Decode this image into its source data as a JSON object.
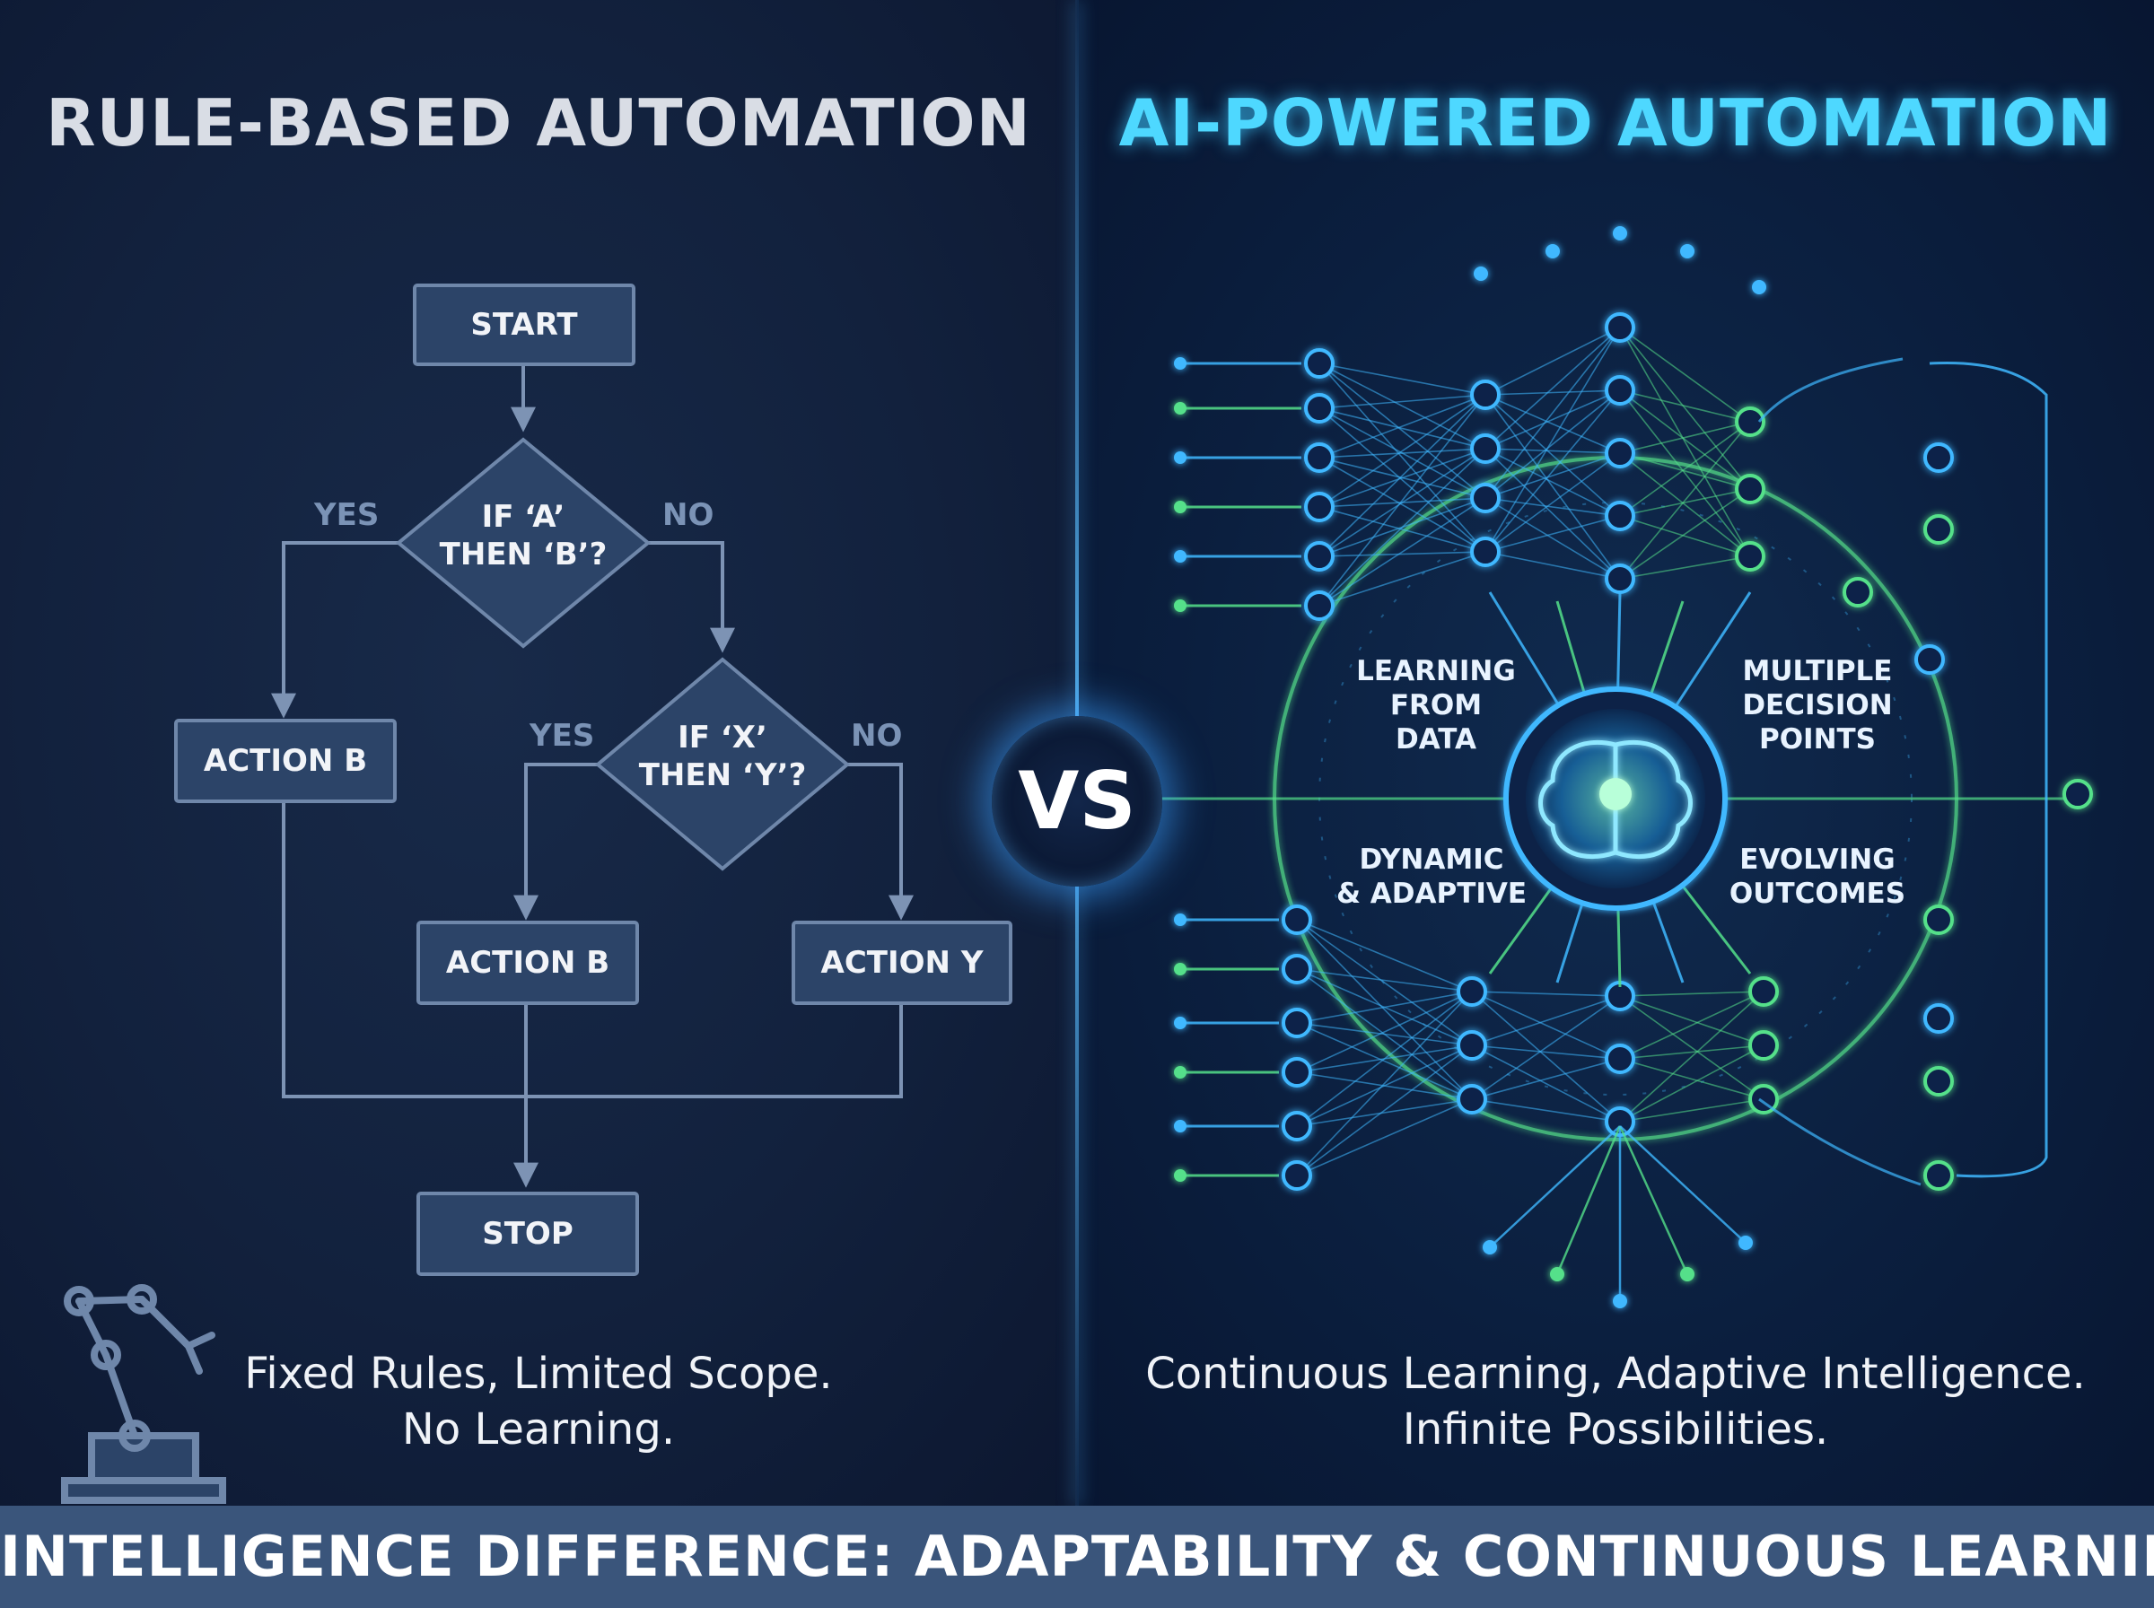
{
  "left": {
    "heading": "RULE-BASED AUTOMATION",
    "flowchart": {
      "start": "START",
      "decision_1": [
        "IF ‘A’",
        "THEN ‘B’?"
      ],
      "decision_1_yes": "YES",
      "decision_1_no": "NO",
      "action_b_1": "ACTION B",
      "decision_2": [
        "IF ‘X’",
        "THEN ‘Y’?"
      ],
      "decision_2_yes": "YES",
      "decision_2_no": "NO",
      "action_b_2": "ACTION B",
      "action_y": "ACTION Y",
      "stop": "STOP"
    },
    "caption": [
      "Fixed Rules, Limited Scope.",
      "No Learning."
    ]
  },
  "vs_label": "VS",
  "right": {
    "heading": "AI-POWERED AUTOMATION",
    "labels": {
      "top_left": [
        "LEARNING",
        "FROM",
        "DATA"
      ],
      "top_right": [
        "MULTIPLE",
        "DECISION",
        "POINTS"
      ],
      "bottom_left": [
        "DYNAMIC",
        "& ADAPTIVE"
      ],
      "bottom_right": [
        "EVOLVING",
        "OUTCOMES"
      ]
    },
    "caption": [
      "Continuous Learning, Adaptive Intelligence.",
      "Infinite Possibilities."
    ]
  },
  "footer": "INTELLIGENCE DIFFERENCE: ADAPTABILITY & CONTINUOUS LEARNING",
  "colors": {
    "left_background": "#12213d",
    "right_background": "#0b1f3f",
    "flowchart_box": "#324b6e",
    "flowchart_line": "#7d93b4",
    "ai_blue": "#3fb8ff",
    "ai_green": "#54e08a",
    "heading_cyan": "#4ed8ff",
    "footer_bar": "#3a557b"
  },
  "icons": [
    "robot-arm-icon",
    "brain-icon",
    "neural-network-graphic"
  ]
}
